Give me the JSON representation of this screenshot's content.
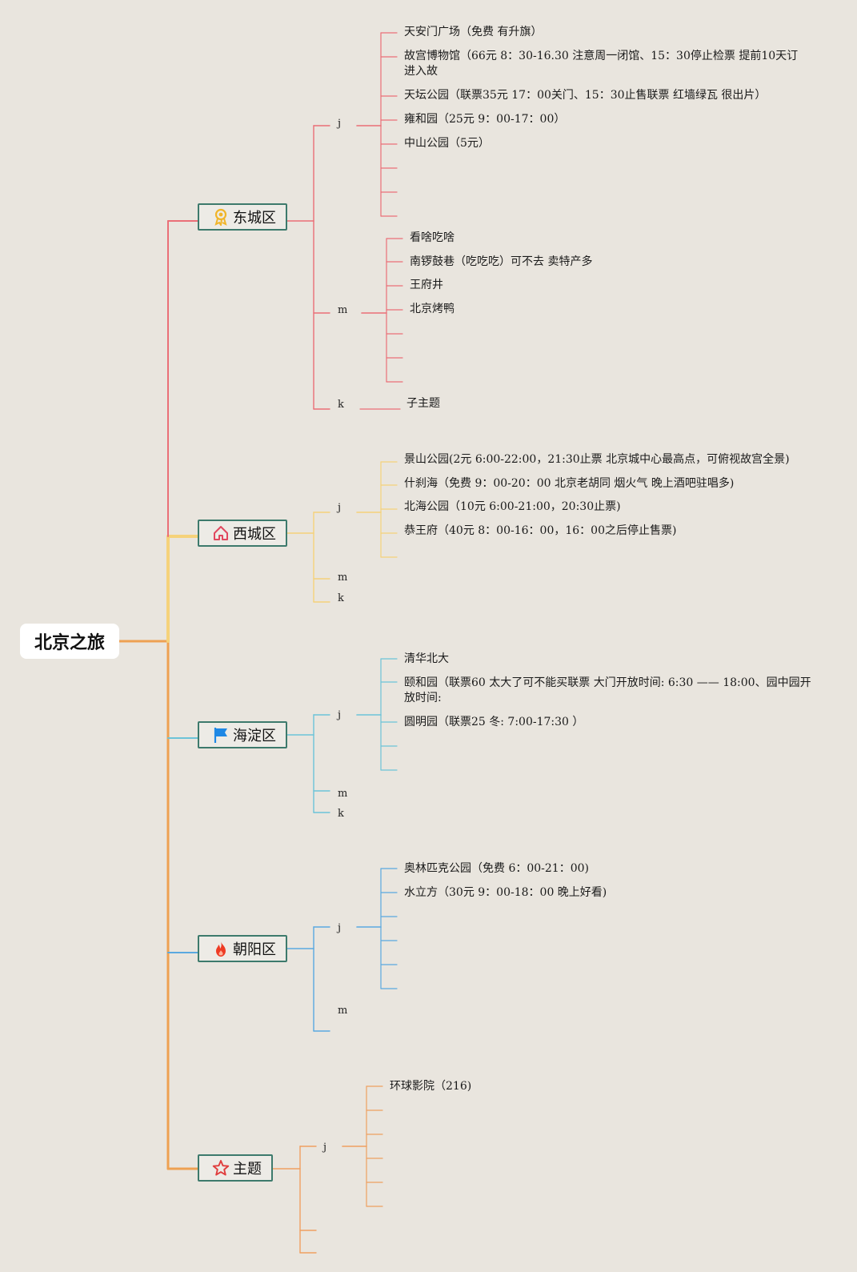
{
  "root": {
    "title": "北京之旅"
  },
  "colors": {
    "dongcheng": "#ea6f77",
    "xicheng": "#f5d27a",
    "haidian": "#6cc3d8",
    "chaoyang": "#5aa9e0",
    "zhuti": "#efa060",
    "trunk": "#eea152",
    "branch_border": "#3d7a6c"
  },
  "branches": [
    {
      "key": "dongcheng",
      "label": "东城区",
      "icon": "ribbon-award-icon",
      "groups": [
        {
          "label": "j",
          "items": [
            "天安门广场（免费 有升旗）",
            "故宫博物馆（66元 8：30-16.30 注意周一闭馆、15：30停止检票 提前10天订 进入故",
            "天坛公园（联票35元 17：00关门、15：30止售联票 红墙绿瓦 很出片）",
            "雍和园（25元 9：00-17：00）",
            "中山公园（5元）"
          ]
        },
        {
          "label": "m",
          "items": [
            "看啥吃啥",
            "南锣鼓巷（吃吃吃）可不去 卖特产多",
            "王府井",
            "北京烤鸭"
          ]
        },
        {
          "label": "k",
          "items": [
            "子主题"
          ]
        }
      ]
    },
    {
      "key": "xicheng",
      "label": "西城区",
      "icon": "home-icon",
      "groups": [
        {
          "label": "j",
          "items": [
            "景山公园(2元 6:00-22:00，21:30止票 北京城中心最高点，可俯视故宫全景)",
            "什刹海（免费 9：00-20：00 北京老胡同 烟火气 晚上酒吧驻唱多)",
            "北海公园（10元 6:00-21:00，20:30止票)",
            "恭王府（40元 8：00-16：00，16：00之后停止售票)"
          ]
        },
        {
          "label": "m",
          "items": []
        },
        {
          "label": "k",
          "items": []
        }
      ]
    },
    {
      "key": "haidian",
      "label": "海淀区",
      "icon": "flag-icon",
      "groups": [
        {
          "label": "j",
          "items": [
            "清华北大",
            "颐和园（联票60 太大了可不能买联票 大门开放时间: 6:30 —— 18:00、园中园开放时间:",
            "圆明园（联票25 冬: 7:00-17:30 ）"
          ]
        },
        {
          "label": "m",
          "items": []
        },
        {
          "label": "k",
          "items": []
        }
      ]
    },
    {
      "key": "chaoyang",
      "label": "朝阳区",
      "icon": "flame-icon",
      "groups": [
        {
          "label": "j",
          "items": [
            "奥林匹克公园（免费 6：00-21：00)",
            "水立方（30元 9：00-18：00 晚上好看)"
          ]
        },
        {
          "label": "m",
          "items": []
        }
      ]
    },
    {
      "key": "zhuti",
      "label": "主题",
      "icon": "star-icon",
      "groups": [
        {
          "label": "j",
          "items": [
            "环球影院（216)"
          ]
        }
      ]
    }
  ]
}
